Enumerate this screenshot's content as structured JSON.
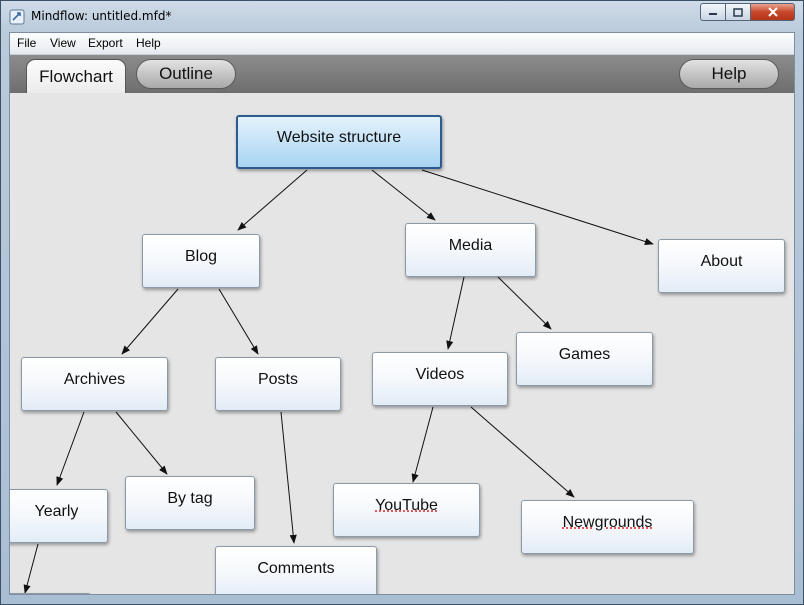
{
  "window": {
    "title": "Mindflow: untitled.mfd*"
  },
  "menu": [
    "File",
    "View",
    "Export",
    "Help"
  ],
  "tabs": {
    "flowchart": "Flowchart",
    "outline": "Outline",
    "help": "Help"
  },
  "nodes": {
    "root": "Website structure",
    "blog": "Blog",
    "media": "Media",
    "about": "About",
    "archives": "Archives",
    "posts": "Posts",
    "videos": "Videos",
    "games": "Games",
    "yearly": "Yearly",
    "bytag": "By tag",
    "youtube": "YouTube",
    "newgrounds": "Newgrounds",
    "comments": "Comments"
  },
  "colors": {
    "root_fill": "#bcdff7",
    "root_border": "#2d5b8f",
    "canvas_bg": "#e5e5e5",
    "tab_bar": "#7a7a7a"
  }
}
